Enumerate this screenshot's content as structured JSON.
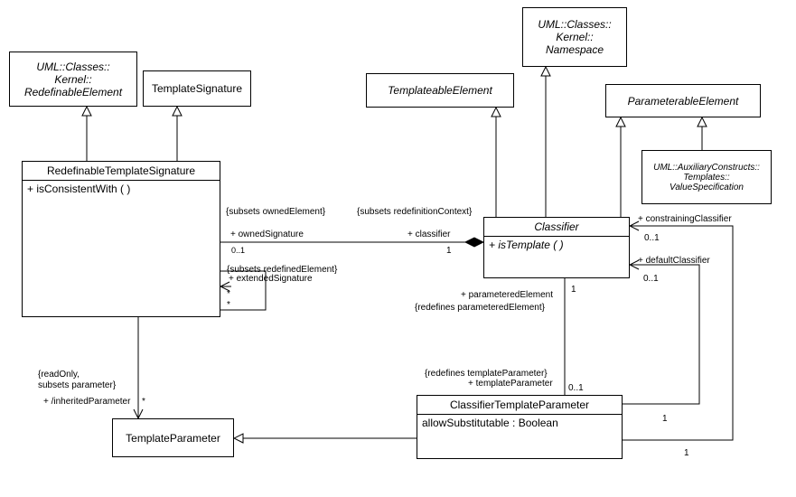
{
  "classes": {
    "redefinable_element": [
      "UML::Classes::",
      "Kernel::",
      "RedefinableElement"
    ],
    "template_signature": "TemplateSignature",
    "redefinable_template_signature": {
      "name": "RedefinableTemplateSignature",
      "operation": "+ isConsistentWith ( )"
    },
    "templateable_element": "TemplateableElement",
    "namespace": [
      "UML::Classes::",
      "Kernel::",
      "Namespace"
    ],
    "parameterable_element": "ParameterableElement",
    "value_specification": [
      "UML::AuxiliaryConstructs::",
      "Templates::",
      "ValueSpecification"
    ],
    "classifier": {
      "name": "Classifier",
      "operation": "+ isTemplate ( )"
    },
    "template_parameter": "TemplateParameter",
    "classifier_template_parameter": {
      "name": "ClassifierTemplateParameter",
      "attribute": "allowSubstitutable : Boolean"
    }
  },
  "labels": {
    "subsets_owned_element": "{subsets ownedElement}",
    "subsets_redefinition_context": "{subsets redefinitionContext}",
    "owned_signature": "+ ownedSignature",
    "owned_signature_mult": "0..1",
    "classifier_role": "+ classifier",
    "classifier_mult": "1",
    "subsets_redefined_element": "{subsets redefinedElement}",
    "extended_signature": "+ extendedSignature",
    "self_mult_a": "*",
    "self_mult_b": "*",
    "parametered_element": "+ parameteredElement",
    "redefines_parametered_element": "{redefines parameteredElement}",
    "parametered_element_mult": "1",
    "redefines_template_parameter": "{redefines templateParameter}",
    "template_parameter_role": "+ templateParameter",
    "template_parameter_mult": "0..1",
    "read_only": "{readOnly,",
    "subsets_parameter": "subsets parameter}",
    "inherited_parameter": "+ /inheritedParameter",
    "inherited_parameter_mult": "*",
    "constraining_classifier": "+ constrainingClassifier",
    "constraining_mult": "0..1",
    "default_classifier": "+ defaultClassifier",
    "default_mult": "0..1",
    "default_end_mult": "1",
    "constraining_end_mult": "1"
  }
}
